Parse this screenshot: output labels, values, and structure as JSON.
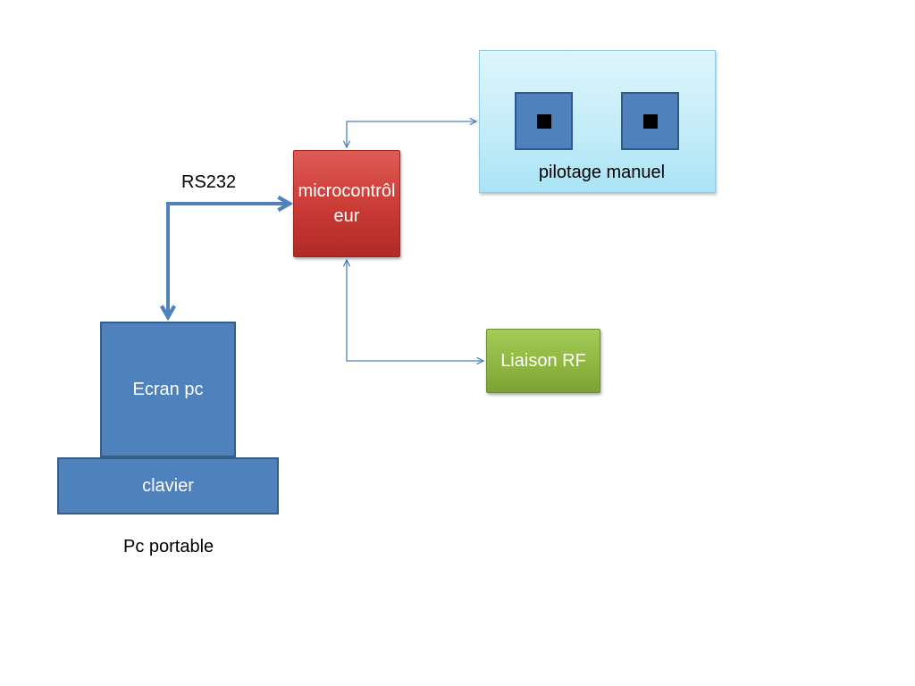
{
  "link_label": "RS232",
  "microcontroller": {
    "label": "microcontrôleur"
  },
  "manual_control": {
    "label": "pilotage manuel",
    "switch_count": 2
  },
  "rf_link": {
    "label": "Liaison RF"
  },
  "laptop": {
    "screen_label": "Ecran pc",
    "keyboard_label": "clavier",
    "caption": "Pc portable"
  },
  "colors": {
    "microcontroller": "#c0504d",
    "manual_control_panel": "#b7e8f7",
    "rf_link": "#9bbb59",
    "laptop": "#4f81bd",
    "connector": "#4f81bd"
  }
}
